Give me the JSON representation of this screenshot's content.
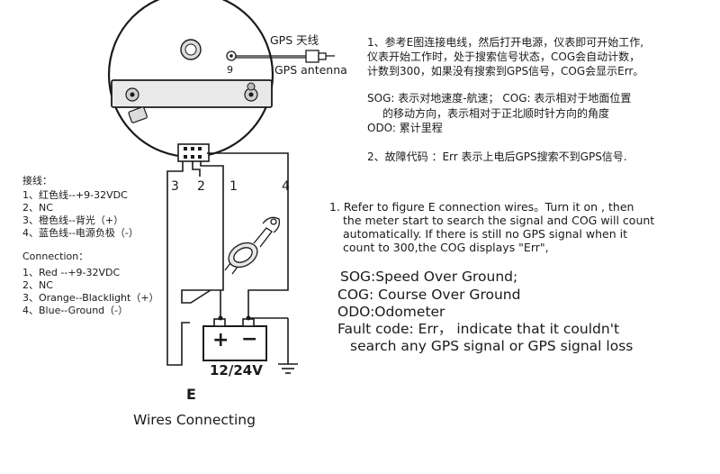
{
  "gauge": {
    "gps_label_cn": "GPS 天线",
    "gps_label_en": "GPS  antenna",
    "port_number": "9",
    "wire_numbers": [
      "3",
      "2",
      "1",
      "4"
    ]
  },
  "battery": {
    "plus": "+",
    "minus": "−",
    "voltage": "12/24V"
  },
  "figure": {
    "letter": "E",
    "caption": "Wires Connecting"
  },
  "legend_cn": {
    "title": "接线：",
    "items": [
      "1、红色线--+9-32VDC",
      "2、NC",
      "3、橙色线--背光（+）",
      "4、蓝色线--电源负极（-）"
    ]
  },
  "legend_en": {
    "title": "Connection：",
    "items": [
      "1、Red --+9-32VDC",
      "2、NC",
      "3、Orange--Blacklight（+）",
      "4、Blue--Ground（-）"
    ]
  },
  "instructions_cn": {
    "step1": [
      "1、参考E图连接电线，然后打开电源，仪表即可开始工作,",
      "仪表开始工作时，处于搜索信号状态，COG会自动计数，",
      "计数到300，如果没有搜索到GPS信号，COG会显示Err。"
    ],
    "definitions": [
      "SOG: 表示对地速度-航速；  COG: 表示相对于地面位置",
      "的移动方向，表示相对于正北顺时针方向的角度",
      "ODO: 累计里程"
    ],
    "step2": "2、故障代码 ：Err 表示上电后GPS搜索不到GPS信号."
  },
  "instructions_en": {
    "step1": [
      "1.  Refer to figure E connection wires。Turn it on , then",
      "the meter start to search the signal and    COG will count",
      "automatically.      If there is still no GPS  signal when it",
      "count to 300,the COG displays \"Err\","
    ],
    "sog": "SOG:Speed Over Ground;",
    "cog": "COG: Course Over Ground",
    "odo": "ODO:Odometer",
    "fault": [
      "Fault code: Err， indicate that it couldn't",
      "search any GPS signal or GPS signal loss"
    ]
  }
}
